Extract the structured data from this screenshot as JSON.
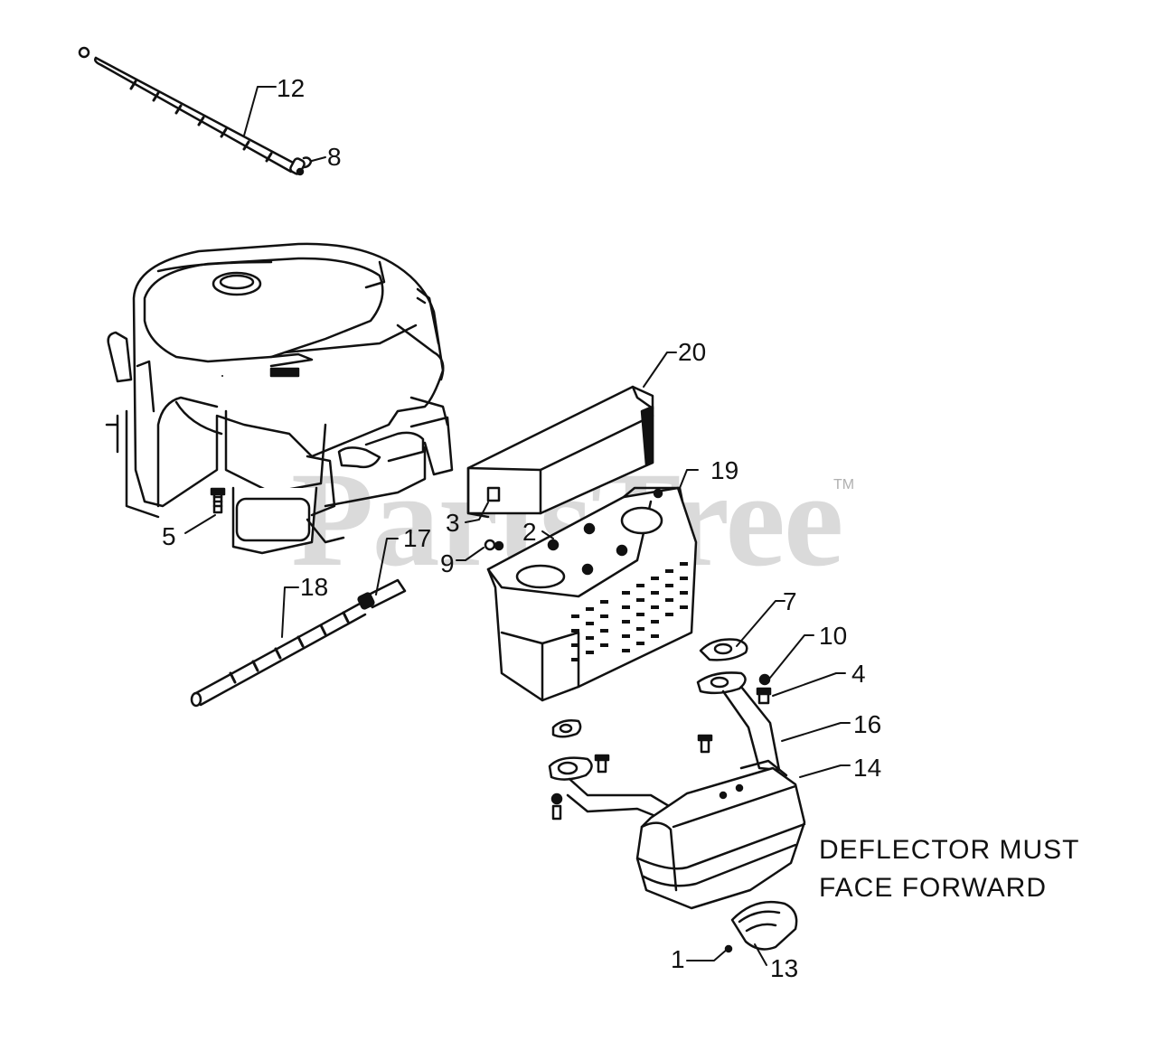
{
  "watermark": {
    "text": "PartsTree",
    "trademark": "TM",
    "color": "#bdbdbd"
  },
  "note": {
    "line1": "DEFLECTOR MUST",
    "line2": "FACE FORWARD"
  },
  "callouts": {
    "p1": "1",
    "p2": "2",
    "p3": "3",
    "p4": "4",
    "p5": "5",
    "p7": "7",
    "p8": "8",
    "p9": "9",
    "p10": "10",
    "p12": "12",
    "p13": "13",
    "p14": "14",
    "p16": "16",
    "p17": "17",
    "p18": "18",
    "p19": "19",
    "p20": "20"
  },
  "colors": {
    "line": "#111111",
    "fill": "#ffffff",
    "shade": "#e6e6e6"
  }
}
